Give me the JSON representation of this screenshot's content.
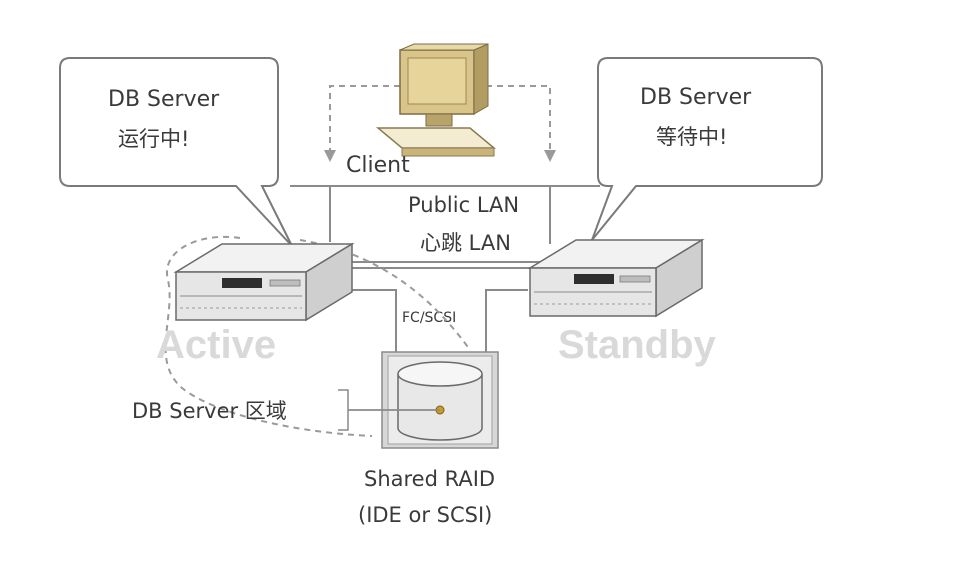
{
  "callouts": {
    "active": {
      "line1": "DB Server",
      "line2": "运行中!"
    },
    "standby": {
      "line1": "DB Server",
      "line2": "等待中!"
    }
  },
  "network": {
    "client_label": "Client",
    "public_lan_label": "Public LAN",
    "heartbeat_lan_label": "心跳 LAN",
    "fc_label": "FC/SCSI"
  },
  "servers": {
    "active_label": "Active",
    "standby_label": "Standby"
  },
  "storage": {
    "region_label": "DB  Server 区域",
    "raid_line1": "Shared RAID",
    "raid_line2": "(IDE or SCSI)"
  },
  "colors": {
    "line": "#8a8a8a",
    "server_fill": "#e9e9e9",
    "faded_label": "#d9d9d9",
    "monitor": "#d8c37f"
  }
}
